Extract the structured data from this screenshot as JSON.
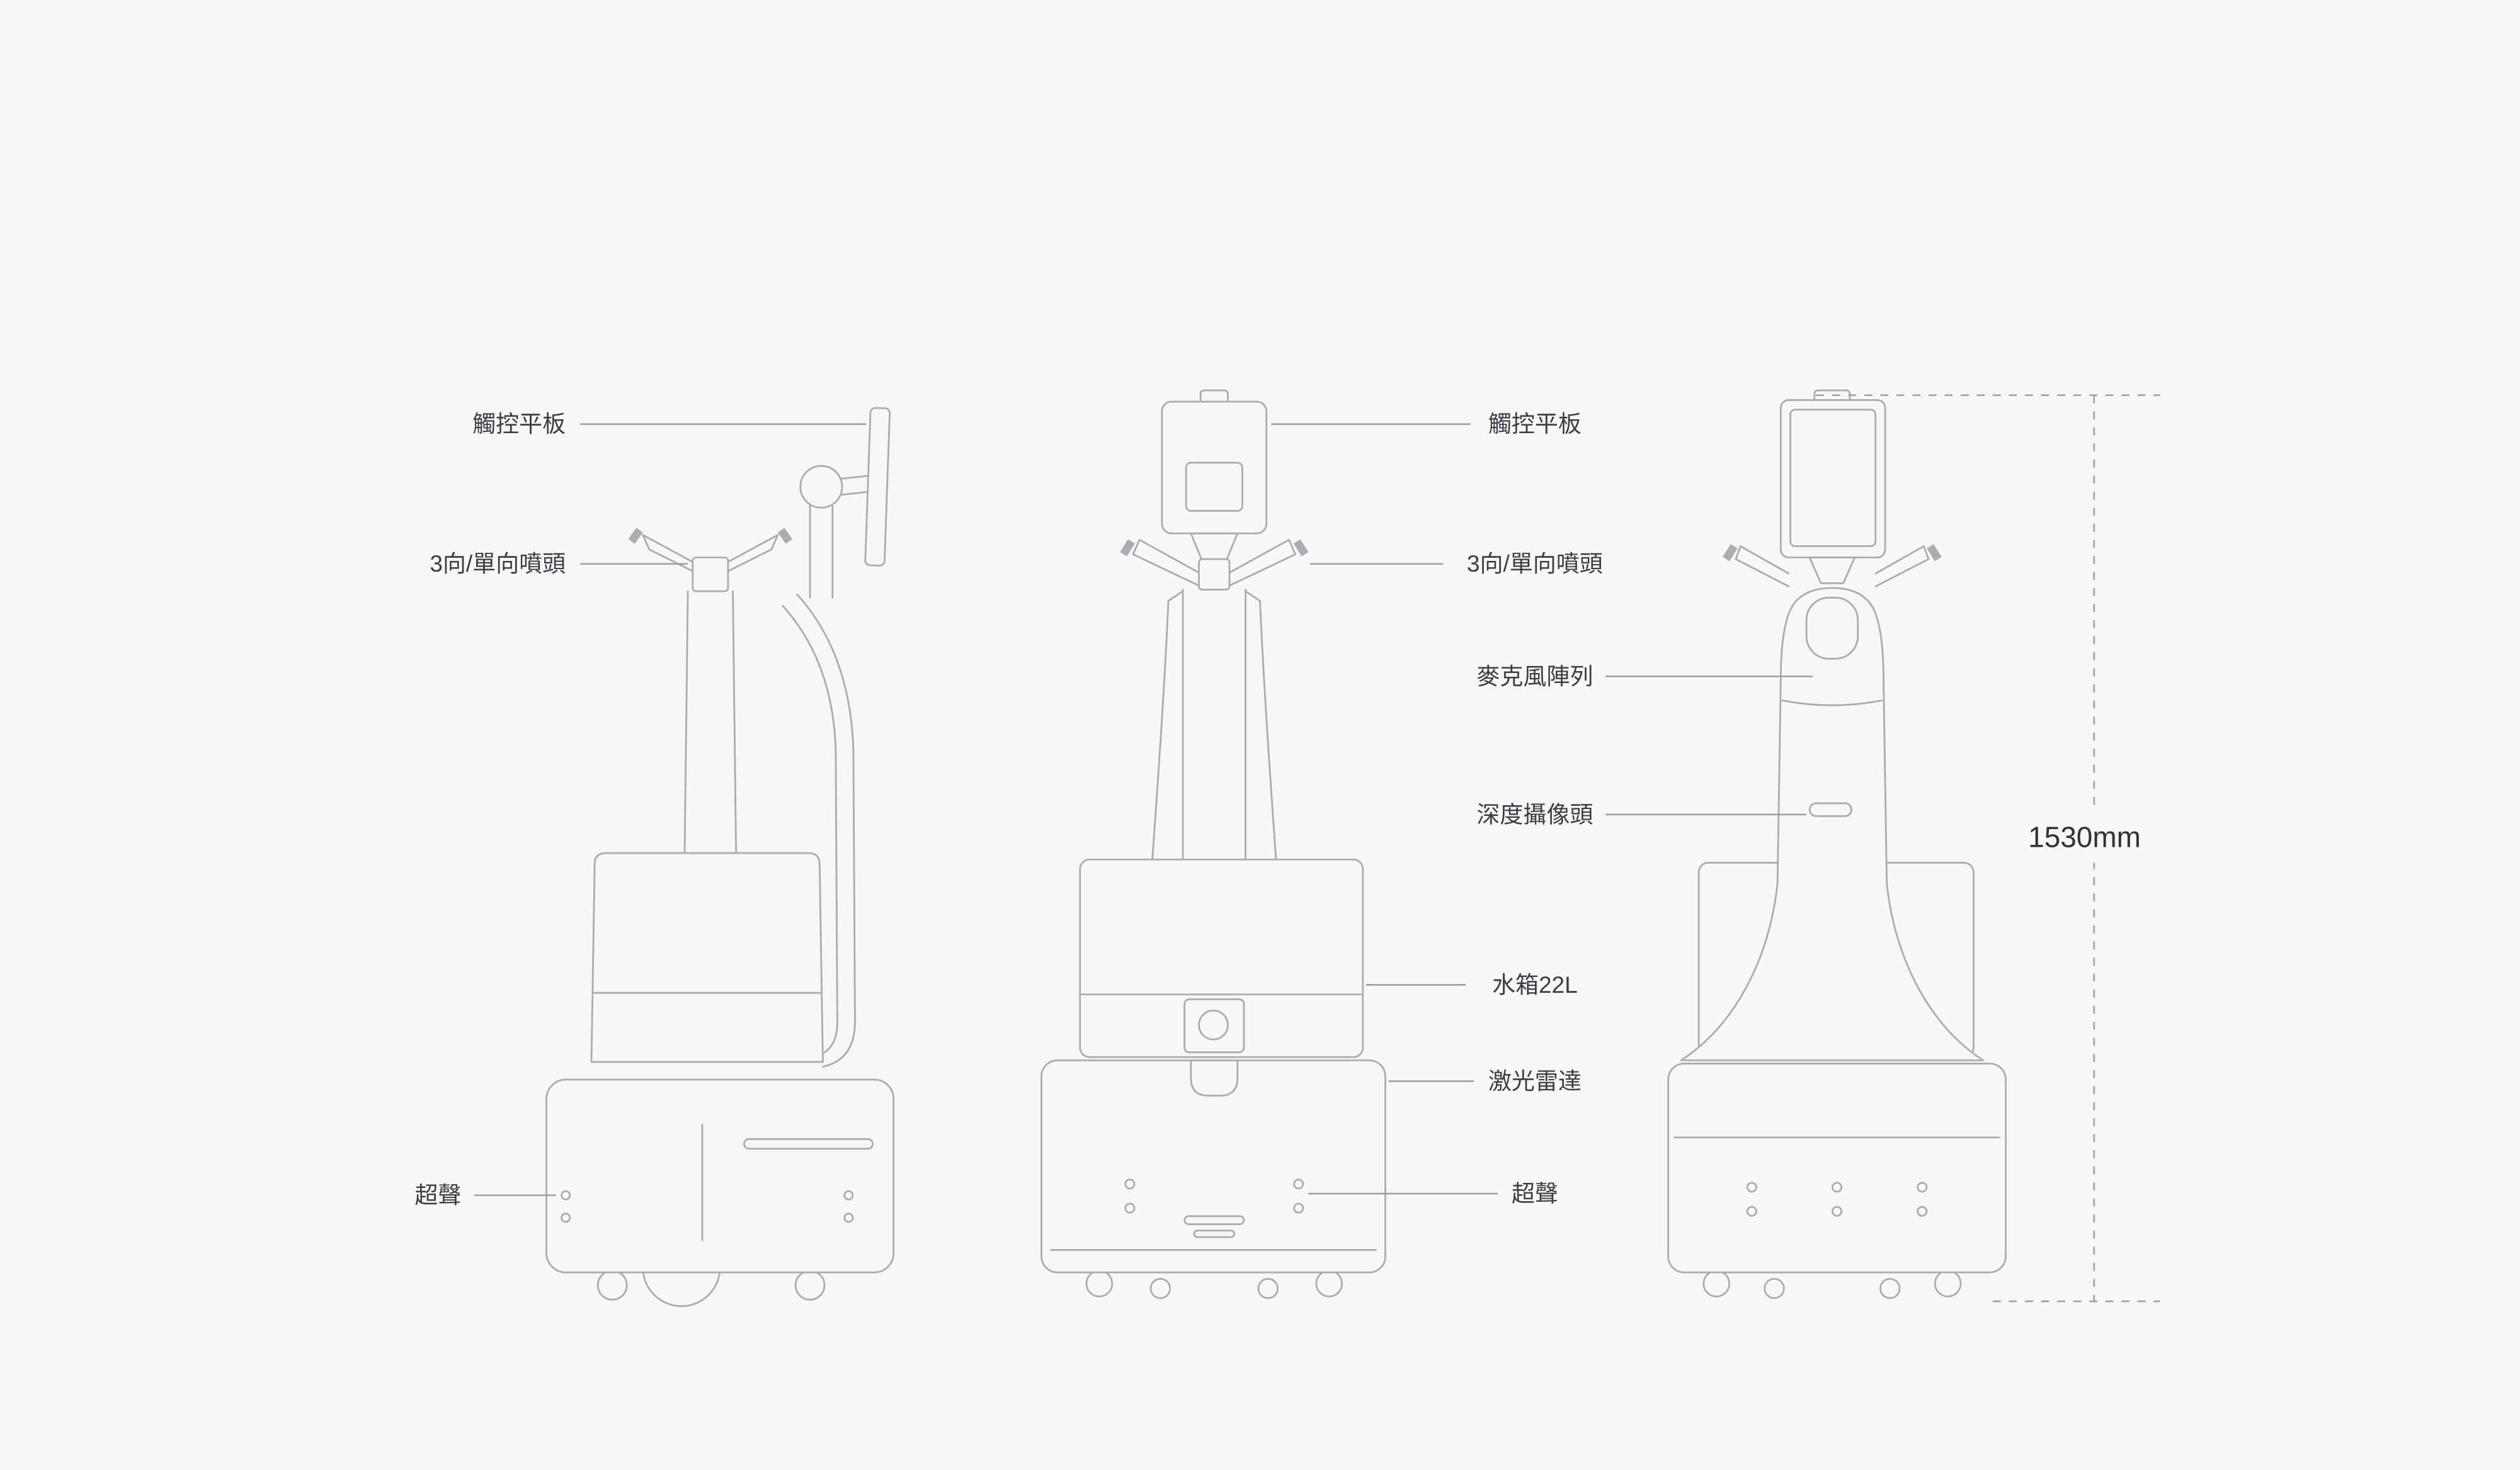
{
  "colors": {
    "background": "#f7f7f7",
    "artwork_line": "#a9adb1",
    "leader_line": "#9aa0a4",
    "text": "#3b3f43",
    "dimension_text": "#2f3337"
  },
  "views": {
    "side": {
      "name": "side-view",
      "callouts": [
        {
          "id": "touch-panel",
          "label": "觸控平板"
        },
        {
          "id": "spray-nozzle",
          "label": "3向/單向噴頭"
        },
        {
          "id": "ultrasonic",
          "label": "超聲"
        }
      ]
    },
    "front": {
      "name": "front-view",
      "callouts": [
        {
          "id": "touch-panel",
          "label": "觸控平板"
        },
        {
          "id": "spray-nozzle",
          "label": "3向/單向噴頭"
        },
        {
          "id": "microphone-array",
          "label": "麥克風陣列"
        },
        {
          "id": "depth-camera",
          "label": "深度攝像頭"
        },
        {
          "id": "water-tank",
          "label": "水箱22L"
        },
        {
          "id": "lidar",
          "label": "激光雷達"
        },
        {
          "id": "ultrasonic",
          "label": "超聲"
        }
      ]
    },
    "back": {
      "name": "back-view",
      "dimension": {
        "label": "1530mm"
      }
    }
  }
}
